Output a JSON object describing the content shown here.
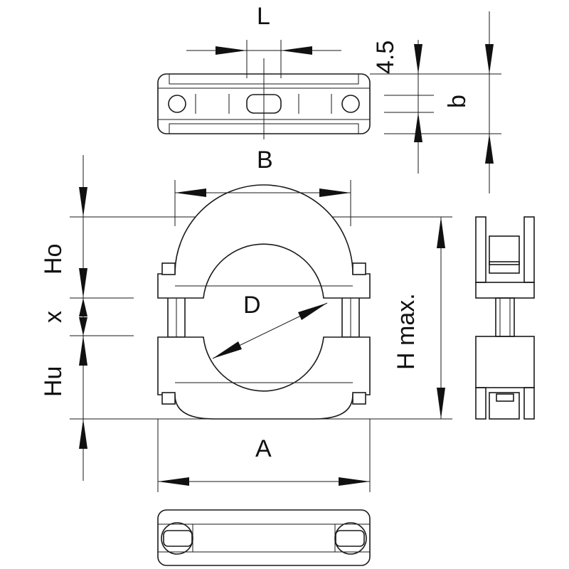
{
  "labels": {
    "L": "L",
    "B": "B",
    "four_five": "4.5",
    "b": "b",
    "Ho": "Ho",
    "x": "x",
    "Hu": "Hu",
    "D": "D",
    "H_max": "H max.",
    "A": "A"
  },
  "colors": {
    "line": "#1a1a1a",
    "background": "#ffffff"
  }
}
